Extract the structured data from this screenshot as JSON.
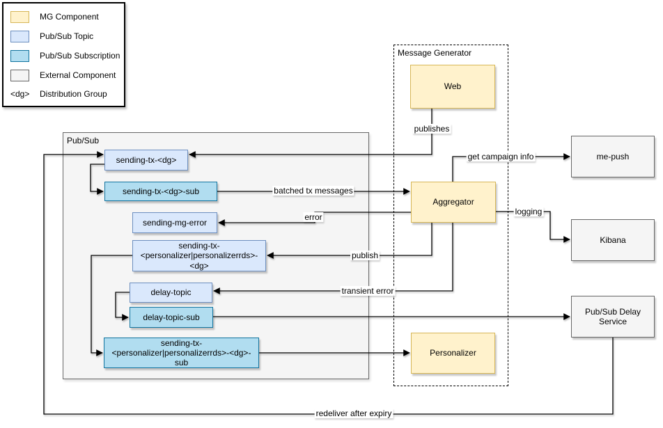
{
  "legend": {
    "items": [
      {
        "swatch": "mg",
        "label": "MG Component"
      },
      {
        "swatch": "topic",
        "label": "Pub/Sub Topic"
      },
      {
        "swatch": "subscription",
        "label": "Pub/Sub Subscription"
      },
      {
        "swatch": "external",
        "label": "External Component"
      },
      {
        "swatch": "dg",
        "symbol": "<dg>",
        "label": "Distribution Group"
      }
    ]
  },
  "containers": {
    "pubsub": {
      "label": "Pub/Sub"
    },
    "message_generator": {
      "label": "Message Generator"
    }
  },
  "nodes": {
    "sending_tx_dg": {
      "type": "topic",
      "label": "sending-tx-<dg>"
    },
    "sending_tx_dg_sub": {
      "type": "subscription",
      "label": "sending-tx-<dg>-sub"
    },
    "sending_mg_error": {
      "type": "topic",
      "label": "sending-mg-error"
    },
    "sending_tx_pers": {
      "type": "topic",
      "lines": [
        "sending-tx-",
        "<personalizer|personalizerrds>-",
        "<dg>"
      ]
    },
    "delay_topic": {
      "type": "topic",
      "label": "delay-topic"
    },
    "delay_topic_sub": {
      "type": "subscription",
      "label": "delay-topic-sub"
    },
    "sending_tx_pers_sub": {
      "type": "subscription",
      "lines": [
        "sending-tx-",
        "<personalizer|personalizerrds>-<dg>-",
        "sub"
      ]
    },
    "web": {
      "type": "mg",
      "label": "Web"
    },
    "aggregator": {
      "type": "mg",
      "label": "Aggregator"
    },
    "personalizer": {
      "type": "mg",
      "label": "Personalizer"
    },
    "me_push": {
      "type": "external",
      "label": "me-push"
    },
    "kibana": {
      "type": "external",
      "label": "Kibana"
    },
    "pubsub_delay_service": {
      "type": "external",
      "lines": [
        "Pub/Sub Delay",
        "Service"
      ]
    }
  },
  "edge_labels": {
    "publishes": "publishes",
    "get_campaign_info": "get campaign info",
    "batched_tx_messages": "batched tx messages",
    "error": "error",
    "logging": "logging",
    "publish": "publish",
    "transient_error": "transient error",
    "redeliver_after_expiry": "redeliver after expiry"
  },
  "colors": {
    "mg_component_fill": "#FFF2CC",
    "mg_component_border": "#D6B656",
    "topic_fill": "#DAE8FC",
    "topic_border": "#6C8EBF",
    "subscription_fill": "#B1DDF0",
    "subscription_border": "#10739E",
    "external_fill": "#F5F5F5",
    "external_border": "#666666",
    "pubsub_container_fill": "#F5F5F5",
    "edge_color": "#000000",
    "background": "#FFFFFF"
  }
}
